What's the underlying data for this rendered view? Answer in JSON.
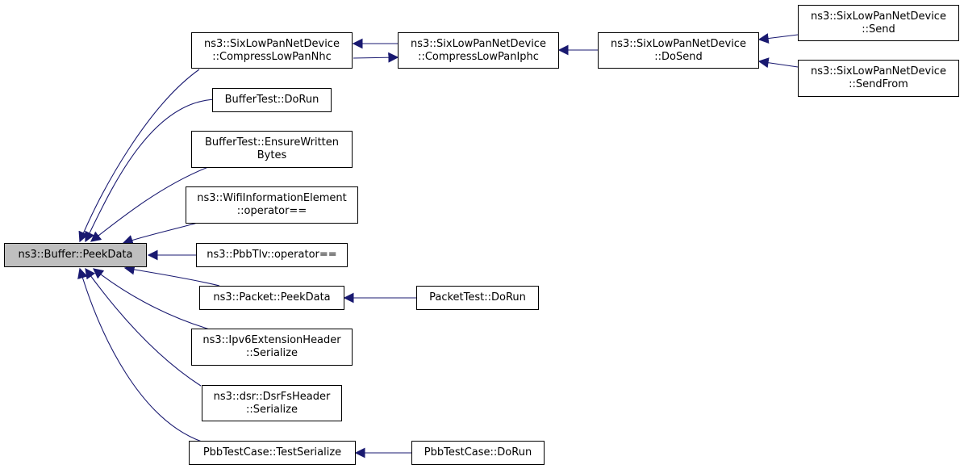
{
  "diagram": {
    "edge_color": "#191970",
    "root_fill": "#bfbfbf",
    "nodes": {
      "root": {
        "lines": [
          "ns3::Buffer::PeekData"
        ]
      },
      "compressNhc": {
        "lines": [
          "ns3::SixLowPanNetDevice",
          "::CompressLowPanNhc"
        ]
      },
      "compressIphc": {
        "lines": [
          "ns3::SixLowPanNetDevice",
          "::CompressLowPanIphc"
        ]
      },
      "doSend": {
        "lines": [
          "ns3::SixLowPanNetDevice",
          "::DoSend"
        ]
      },
      "send": {
        "lines": [
          "ns3::SixLowPanNetDevice",
          "::Send"
        ]
      },
      "sendFrom": {
        "lines": [
          "ns3::SixLowPanNetDevice",
          "::SendFrom"
        ]
      },
      "bufferDoRun": {
        "lines": [
          "BufferTest::DoRun"
        ]
      },
      "ensureBytes": {
        "lines": [
          "BufferTest::EnsureWritten",
          "Bytes"
        ]
      },
      "wifiOp": {
        "lines": [
          "ns3::WifiInformationElement",
          "::operator=="
        ]
      },
      "pbbTlvOp": {
        "lines": [
          "ns3::PbbTlv::operator=="
        ]
      },
      "packetPeek": {
        "lines": [
          "ns3::Packet::PeekData"
        ]
      },
      "packetTestRun": {
        "lines": [
          "PacketTest::DoRun"
        ]
      },
      "ipv6Ser": {
        "lines": [
          "ns3::Ipv6ExtensionHeader",
          "::Serialize"
        ]
      },
      "dsrSer": {
        "lines": [
          "ns3::dsr::DsrFsHeader",
          "::Serialize"
        ]
      },
      "pbbTestSer": {
        "lines": [
          "PbbTestCase::TestSerialize"
        ]
      },
      "pbbTestRun": {
        "lines": [
          "PbbTestCase::DoRun"
        ]
      }
    },
    "edges": [
      {
        "from": "compressNhc",
        "to": "root"
      },
      {
        "from": "bufferDoRun",
        "to": "root"
      },
      {
        "from": "ensureBytes",
        "to": "root"
      },
      {
        "from": "wifiOp",
        "to": "root"
      },
      {
        "from": "pbbTlvOp",
        "to": "root"
      },
      {
        "from": "packetPeek",
        "to": "root"
      },
      {
        "from": "ipv6Ser",
        "to": "root"
      },
      {
        "from": "dsrSer",
        "to": "root"
      },
      {
        "from": "pbbTestSer",
        "to": "root"
      },
      {
        "from": "compressIphc",
        "to": "compressNhc"
      },
      {
        "from": "compressNhc",
        "to": "compressIphc"
      },
      {
        "from": "doSend",
        "to": "compressIphc"
      },
      {
        "from": "send",
        "to": "doSend"
      },
      {
        "from": "sendFrom",
        "to": "doSend"
      },
      {
        "from": "packetTestRun",
        "to": "packetPeek"
      },
      {
        "from": "pbbTestRun",
        "to": "pbbTestSer"
      }
    ]
  }
}
